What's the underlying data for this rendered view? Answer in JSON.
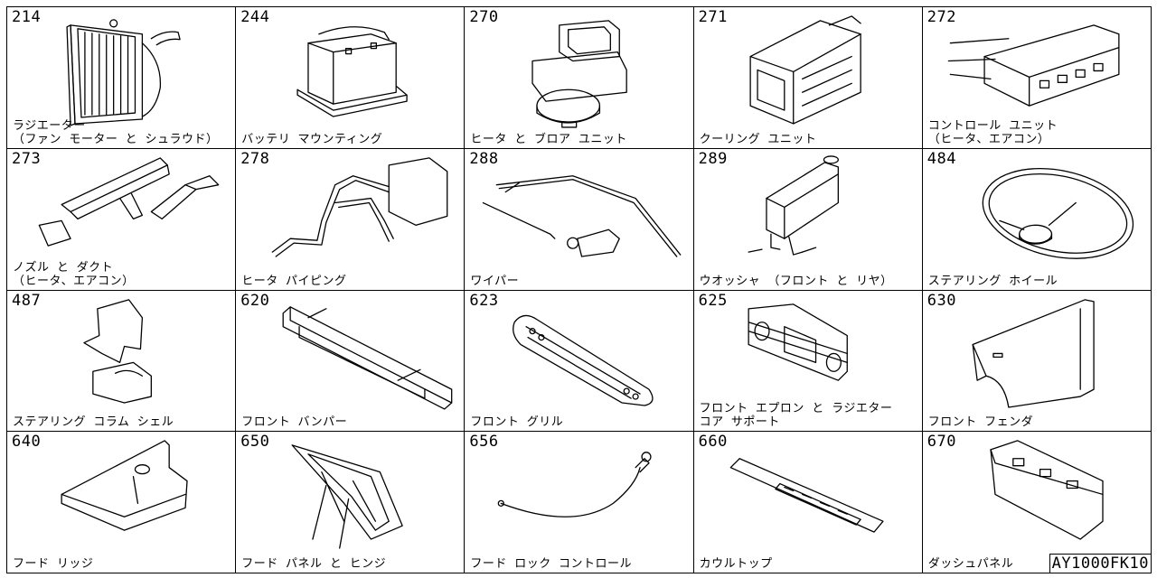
{
  "cells": [
    {
      "number": "214",
      "caption": "ラジエーター\n（ファン モーター と シュラウド）"
    },
    {
      "number": "244",
      "caption": "バッテリ マウンティング"
    },
    {
      "number": "270",
      "caption": "ヒータ と ブロア ユニット"
    },
    {
      "number": "271",
      "caption": "クーリング ユニット"
    },
    {
      "number": "272",
      "caption": "コントロール ユニット\n（ヒータ、エアコン）"
    },
    {
      "number": "273",
      "caption": "ノズル と ダクト\n（ヒータ、エアコン）"
    },
    {
      "number": "278",
      "caption": "ヒータ パイピング"
    },
    {
      "number": "288",
      "caption": "ワイパー"
    },
    {
      "number": "289",
      "caption": "ウオッシャ （フロント と リヤ）"
    },
    {
      "number": "484",
      "caption": "ステアリング ホイール"
    },
    {
      "number": "487",
      "caption": "ステアリング コラム シェル"
    },
    {
      "number": "620",
      "caption": "フロント バンパー"
    },
    {
      "number": "623",
      "caption": "フロント グリル"
    },
    {
      "number": "625",
      "caption": "フロント エプロン と ラジエター\nコア サポート"
    },
    {
      "number": "630",
      "caption": "フロント フェンダ"
    },
    {
      "number": "640",
      "caption": "フード リッジ"
    },
    {
      "number": "650",
      "caption": "フード パネル と ヒンジ"
    },
    {
      "number": "656",
      "caption": "フード ロック コントロール"
    },
    {
      "number": "660",
      "caption": "カウルトップ"
    },
    {
      "number": "670",
      "caption": "ダッシュパネル"
    }
  ],
  "reference_code": "AY1000FK10"
}
